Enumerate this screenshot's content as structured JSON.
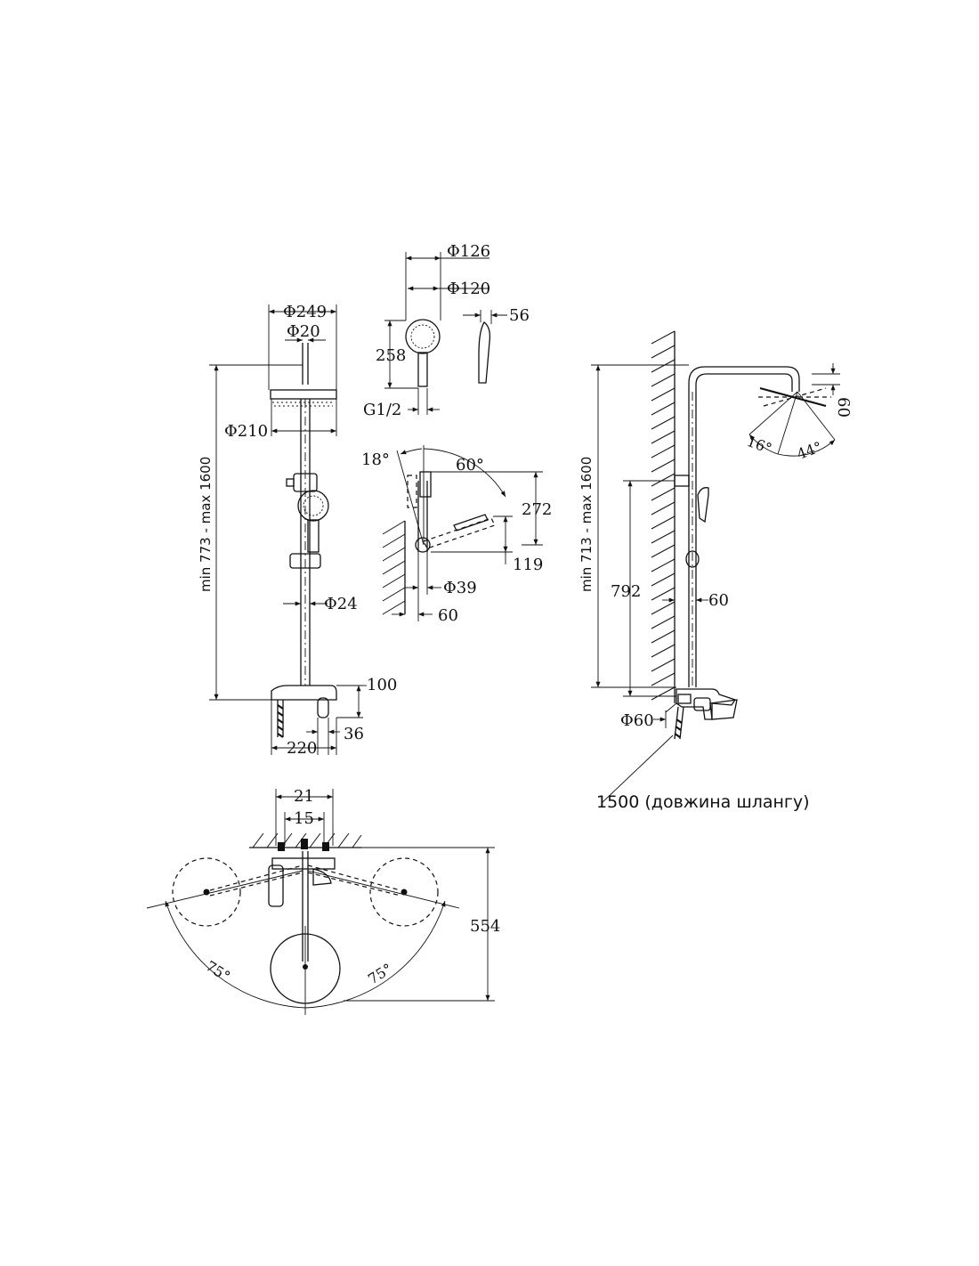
{
  "front_view": {
    "dia_head_outer": "Φ249",
    "dia_arm": "Φ20",
    "dia_head_inner": "Φ210",
    "height_range": "min 773 - max 1600",
    "dia_rod": "Φ24",
    "dim_100": "100",
    "dim_36": "36",
    "dim_220": "220"
  },
  "hand_shower": {
    "dia_126": "Φ126",
    "dia_120": "Φ120",
    "dim_56": "56",
    "dim_258": "258",
    "thread": "G1/2"
  },
  "holder_detail": {
    "angle_18": "18°",
    "angle_60": "60°",
    "dim_272": "272",
    "dim_119": "119",
    "dia_39": "Φ39",
    "dim_60": "60"
  },
  "side_view": {
    "height_range": "min 713 - max 1600",
    "dim_60_top": "60",
    "angle_16": "16°",
    "angle_44": "44°",
    "dim_792": "792",
    "dim_60": "60",
    "dia_60": "Φ60",
    "hose_note": "1500 (довжина шлангу)"
  },
  "top_view": {
    "dim_21": "21",
    "dim_15": "15",
    "dim_554": "554",
    "angle_left": "75°",
    "angle_right": "75°"
  }
}
